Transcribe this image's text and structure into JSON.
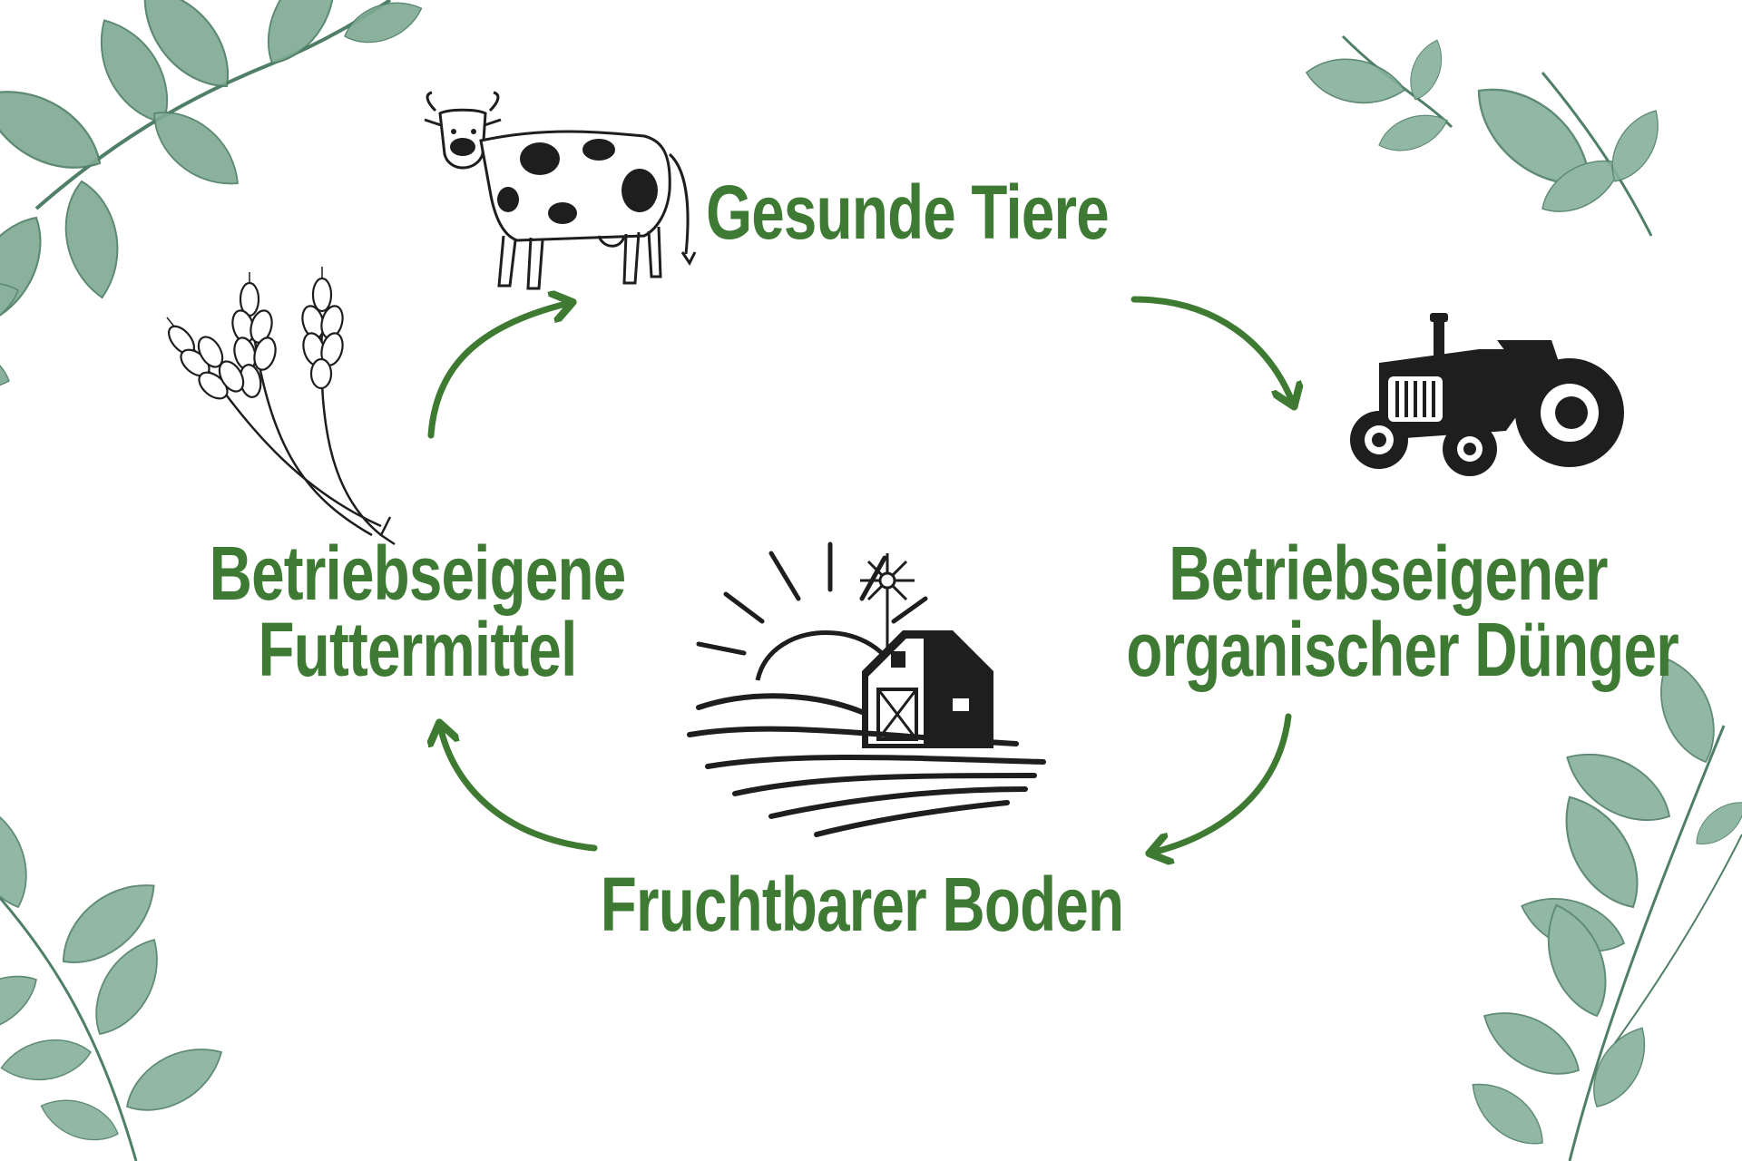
{
  "colors": {
    "label_green": "#3e7a34",
    "arrow_green": "#3f7a33",
    "leaf_green": "#6f9f85",
    "leaf_dark": "#3f6b55",
    "illustration_ink": "#1e1e1e",
    "background": "#ffffff"
  },
  "cycle": {
    "healthy_animals": {
      "label": "Gesunde Tiere",
      "icon": "cow-icon"
    },
    "own_fertilizer": {
      "line1": "Betriebseigener",
      "line2": "organischer Dünger",
      "icon": "tractor-icon"
    },
    "fertile_soil": {
      "label": "Fruchtbarer Boden",
      "icon": "farm-barn-icon"
    },
    "own_feed": {
      "line1": "Betriebseigene",
      "line2": "Futtermittel",
      "icon": "wheat-icon"
    }
  },
  "arrows": [
    "arrow-feed-to-animals",
    "arrow-animals-to-fertilizer",
    "arrow-fertilizer-to-soil",
    "arrow-soil-to-feed"
  ],
  "decorations": [
    "leaf-branch-top-left",
    "leaf-branch-top-right",
    "leaf-branch-bottom-left",
    "leaf-branch-bottom-right"
  ]
}
